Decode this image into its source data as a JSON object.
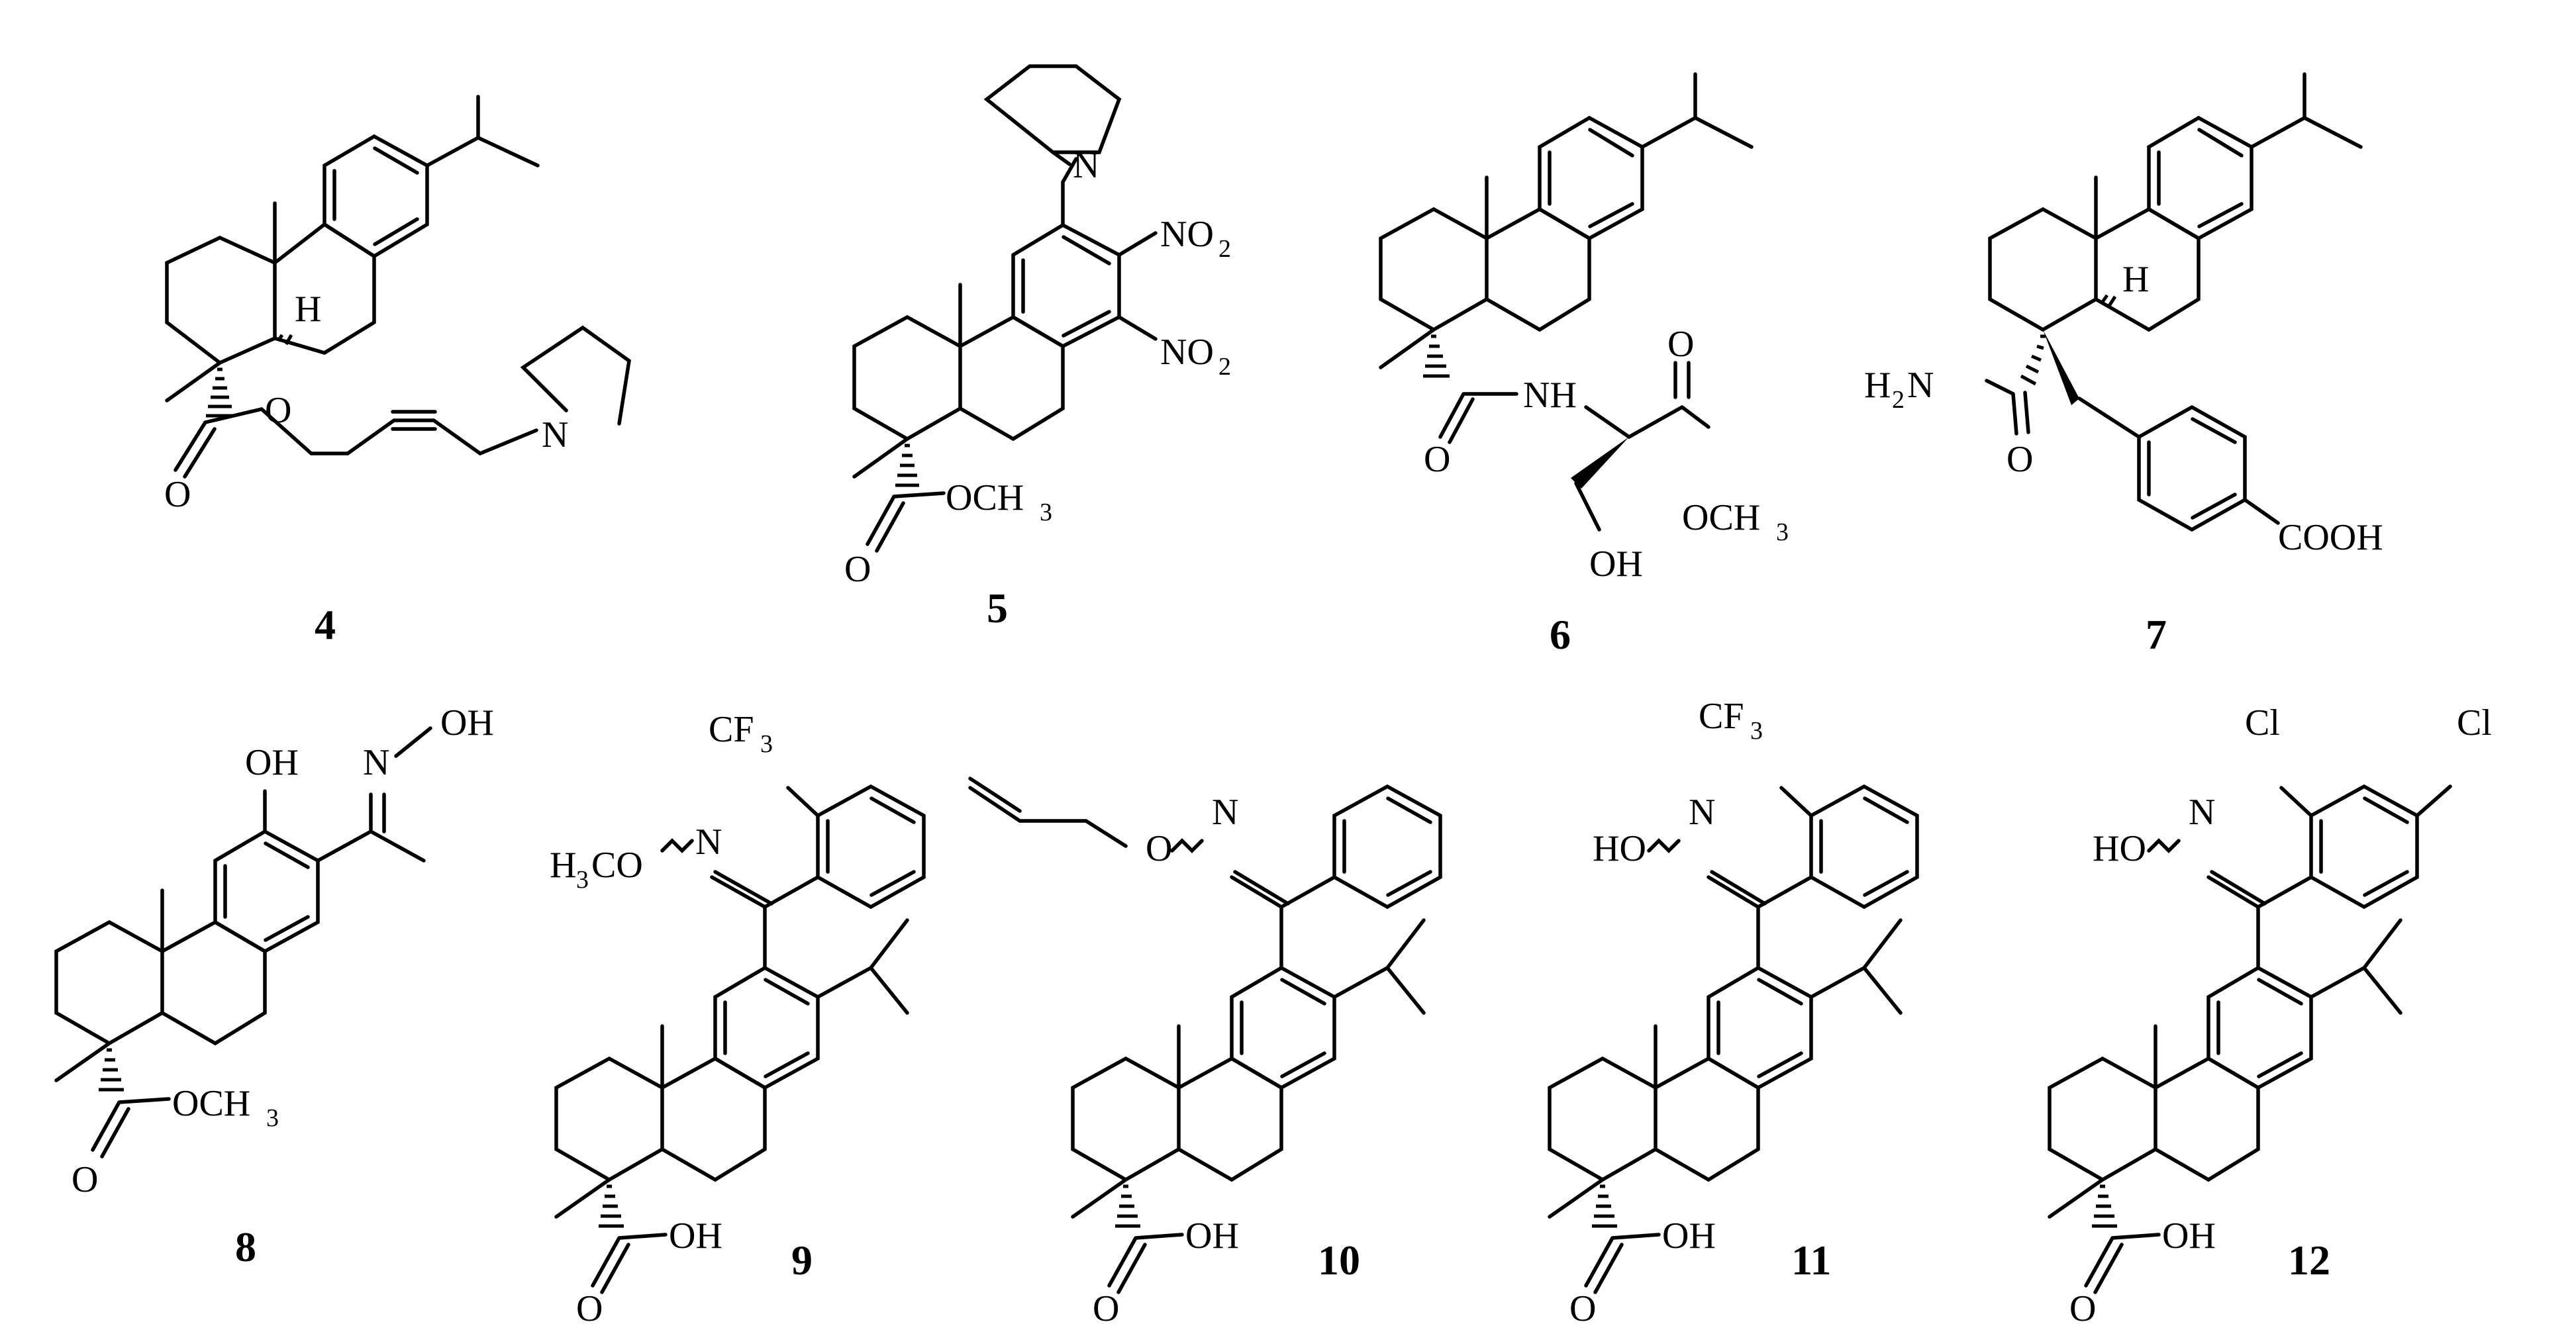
{
  "figure": {
    "compounds": [
      {
        "id": "4",
        "labels": {
          "o_ester": "O",
          "o_carbonyl": "O",
          "n_ring": "N",
          "h_label": "H"
        }
      },
      {
        "id": "5",
        "labels": {
          "n_ring": "N",
          "no2_a": "NO",
          "no2_a_sub": "2",
          "no2_b": "NO",
          "no2_b_sub": "2",
          "ester": "OCH",
          "ester_sub": "3",
          "o_carbonyl": "O"
        }
      },
      {
        "id": "6",
        "labels": {
          "nh": "NH",
          "o_amide": "O",
          "o_carbonyl": "O",
          "ester": "OCH",
          "ester_sub": "3",
          "oh": "OH"
        }
      },
      {
        "id": "7",
        "labels": {
          "amide_h": "H",
          "amide_h_sub": "2",
          "amide_n": "N",
          "o_amide": "O",
          "h_label": "H",
          "cooh": "COOH"
        }
      },
      {
        "id": "8",
        "labels": {
          "oh_phenol": "OH",
          "oxime_n": "N",
          "oxime_oh": "OH",
          "ester": "OCH",
          "ester_sub": "3",
          "o_carbonyl": "O"
        }
      },
      {
        "id": "9",
        "labels": {
          "cf3": "CF",
          "cf3_sub": "3",
          "ome_h": "H",
          "ome_h_sub": "3",
          "ome_rest": "CO",
          "oxime_n": "N",
          "o_carbonyl": "O",
          "acid_oh": "OH"
        }
      },
      {
        "id": "10",
        "labels": {
          "o_ether": "O",
          "oxime_n": "N",
          "o_carbonyl": "O",
          "acid_oh": "OH"
        }
      },
      {
        "id": "11",
        "labels": {
          "cf3": "CF",
          "cf3_sub": "3",
          "ho": "HO",
          "oxime_n": "N",
          "o_carbonyl": "O",
          "acid_oh": "OH"
        }
      },
      {
        "id": "12",
        "labels": {
          "cl_a": "Cl",
          "cl_b": "Cl",
          "ho": "HO",
          "oxime_n": "N",
          "o_carbonyl": "O",
          "acid_oh": "OH"
        }
      }
    ]
  }
}
